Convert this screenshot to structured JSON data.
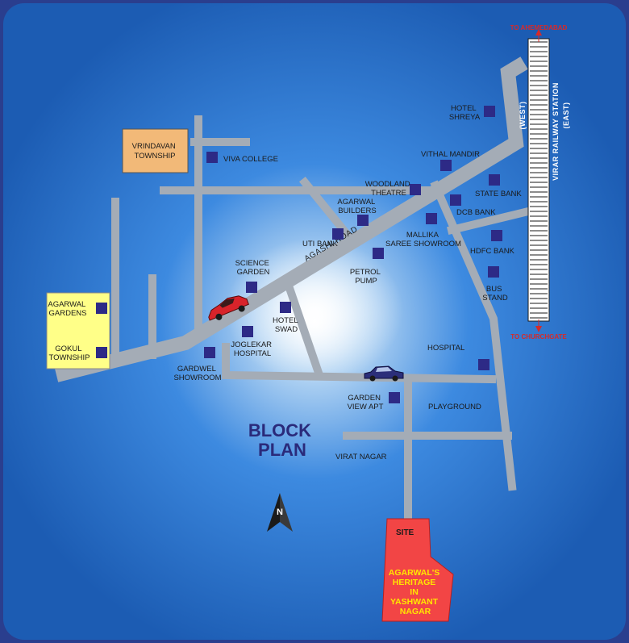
{
  "map": {
    "title": [
      "BLOCK",
      "PLAN"
    ],
    "north_label": "N",
    "road_label": "AGASHI ROAD",
    "railway": {
      "station_label": "VIRAR RAILWAY STATION",
      "west_label": "(WEST)",
      "east_label": "(EAST)",
      "to_north": "TO AHEMEDABAD",
      "to_south": "TO CHURCHGATE"
    },
    "blocks": {
      "vrindavan": [
        "VRINDAVAN",
        "TOWNSHIP"
      ],
      "agarwal_gardens": [
        "AGARWAL",
        "GARDENS"
      ],
      "gokul": [
        "GOKUL",
        "TOWNSHIP"
      ]
    },
    "site": {
      "tag": "SITE",
      "name": [
        "AGARWAL'S",
        "HERITAGE",
        "IN",
        "YASHWANT",
        "NAGAR"
      ]
    },
    "landmarks": {
      "hotel_shreya": [
        "HOTEL",
        "SHREYA"
      ],
      "viva_college": [
        "VIVA COLLEGE"
      ],
      "vithal_mandir": [
        "VITHAL MANDIR"
      ],
      "woodland_theatre": [
        "WOODLAND",
        "THEATRE"
      ],
      "state_bank": [
        "STATE BANK"
      ],
      "agarwal_builders": [
        "AGARWAL",
        "BUILDERS"
      ],
      "dcb_bank": [
        "DCB BANK"
      ],
      "uti_bank": [
        "UTI BANK"
      ],
      "mallika": [
        "MALLIKA",
        "SAREE SHOWROOM"
      ],
      "hdfc_bank": [
        "HDFC BANK"
      ],
      "science_garden": [
        "SCIENCE",
        "GARDEN"
      ],
      "petrol_pump": [
        "PETROL",
        "PUMP"
      ],
      "bus_stand": [
        "BUS",
        "STAND"
      ],
      "hotel_swad": [
        "HOTEL",
        "SWAD"
      ],
      "joglekar": [
        "JOGLEKAR",
        "HOSPITAL"
      ],
      "gardwel": [
        "GARDWEL",
        "SHOWROOM"
      ],
      "hospital": [
        "HOSPITAL"
      ],
      "garden_view": [
        "GARDEN",
        "VIEW APT"
      ],
      "playground": [
        "PLAYGROUND"
      ],
      "virat_nagar": [
        "VIRAT NAGAR"
      ]
    },
    "colors": {
      "background": "#1f63b8",
      "road": "#a4acb6",
      "marker": "#2d2a86",
      "vrindavan": "#f2b978",
      "agarwal_block": "#ffff88",
      "site": "#f24545",
      "site_text": "#ffe600",
      "title": "#2a2a7a"
    }
  }
}
